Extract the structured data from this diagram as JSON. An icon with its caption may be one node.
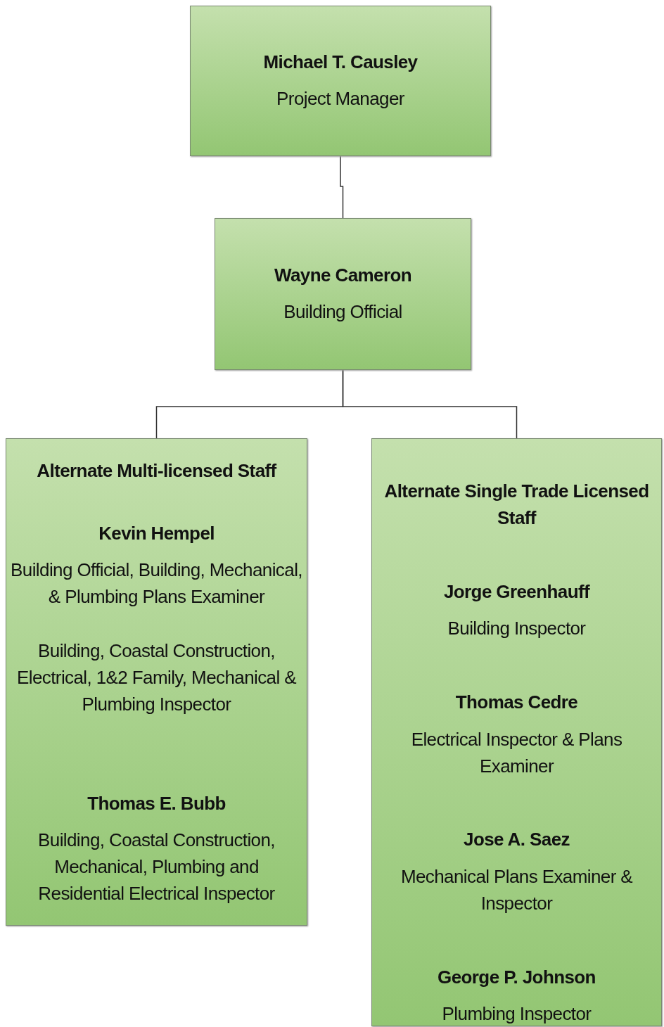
{
  "diagram": {
    "nodes": [
      {
        "text": [
          "Michael T. Causley",
          "Project Manager"
        ]
      },
      {
        "text": [
          "Wayne Cameron",
          "Building Official"
        ]
      },
      {
        "text": [
          "Alternate Multi-licensed Staff",
          "Kevin Hempel",
          "Building Official, Building, Mechanical, & Plumbing Plans Examiner",
          "Building, Coastal Construction, Electrical, 1&2 Family, Mechanical & Plumbing Inspector",
          "Thomas E. Bubb",
          "Building, Coastal Construction, Mechanical, Plumbing and Residential Electrical Inspector"
        ]
      },
      {
        "text": [
          "Alternate Single Trade Licensed Staff",
          "Jorge Greenhauff",
          "Building Inspector",
          "Thomas Cedre",
          "Electrical Inspector & Plans Examiner",
          "Jose A. Saez",
          "Mechanical Plans Examiner & Inspector",
          "George P. Johnson",
          "Plumbing Inspector"
        ]
      }
    ],
    "edges": [
      {
        "from": 0,
        "to": 1,
        "arrow": "none"
      },
      {
        "from": 1,
        "to": 2,
        "arrow": "none"
      },
      {
        "from": 1,
        "to": 3,
        "arrow": "none"
      }
    ]
  }
}
